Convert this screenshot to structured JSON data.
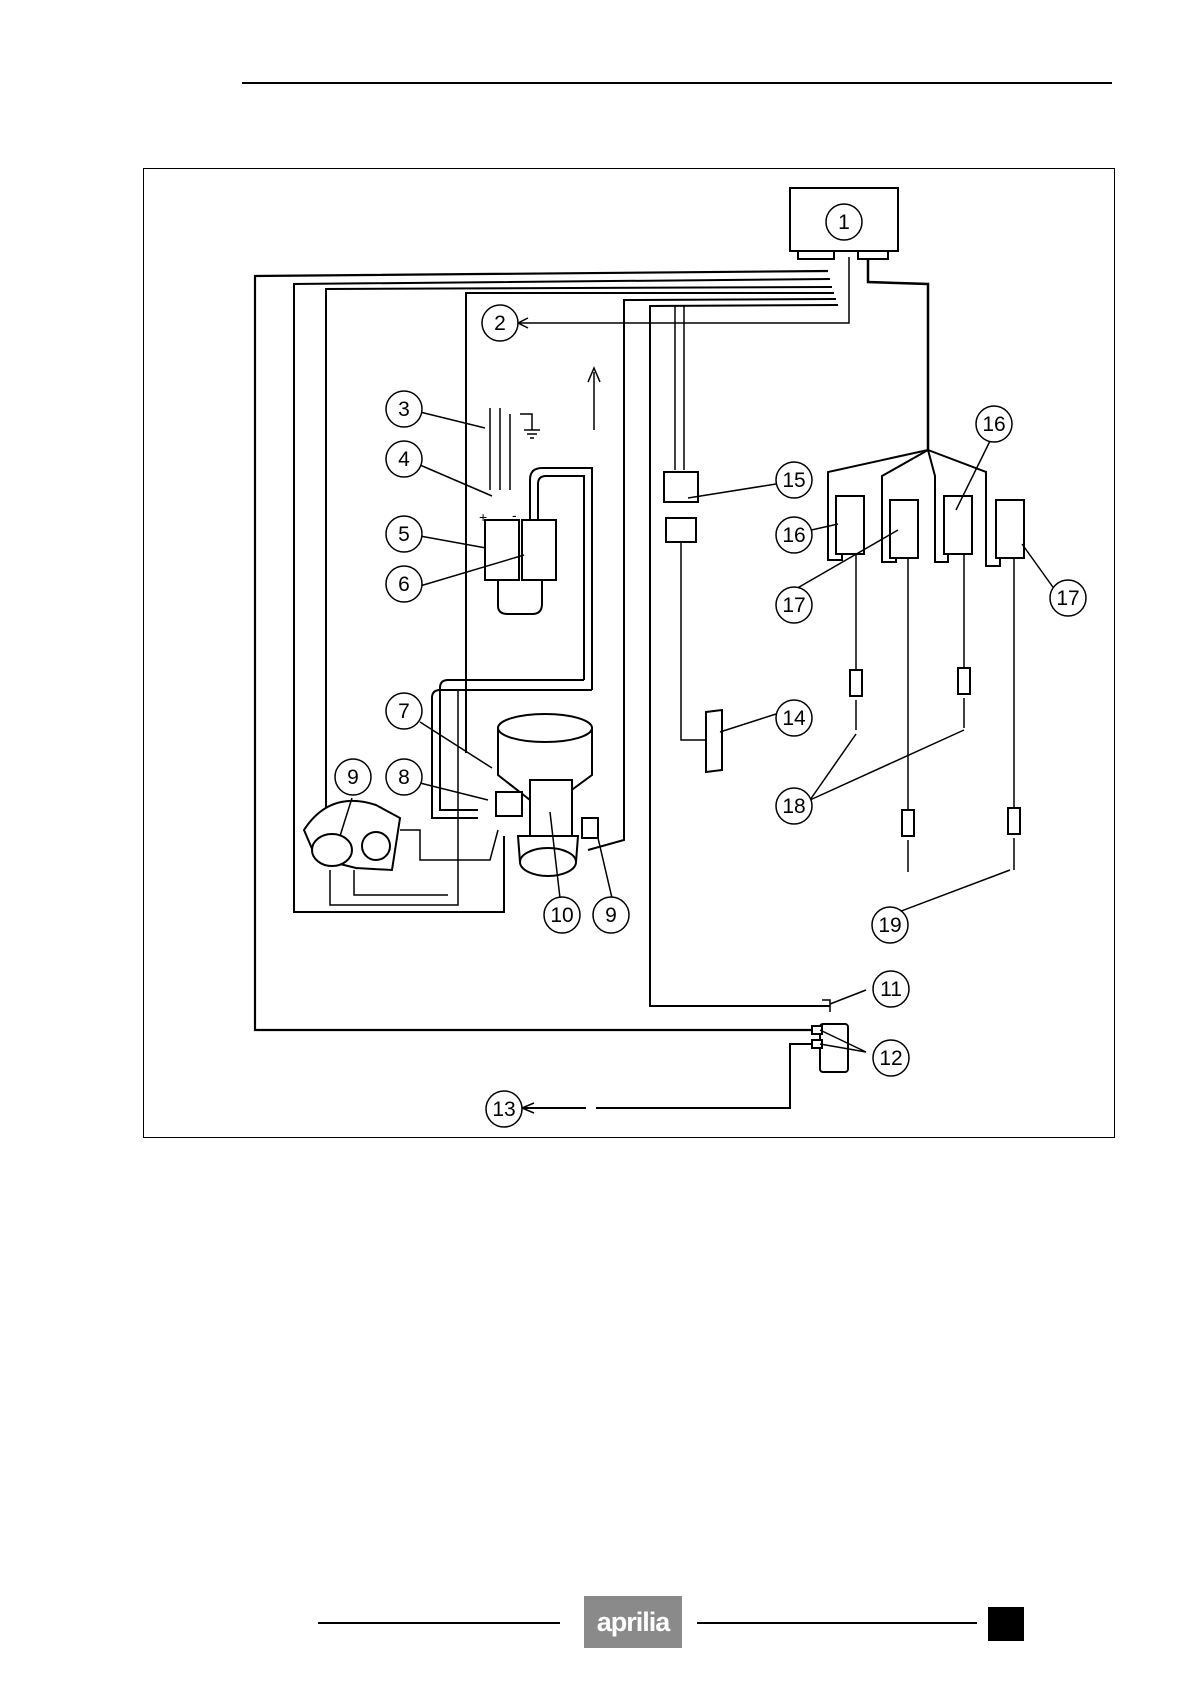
{
  "diagram": {
    "callouts": [
      {
        "id": "c1",
        "label": "1"
      },
      {
        "id": "c2",
        "label": "2"
      },
      {
        "id": "c3",
        "label": "3"
      },
      {
        "id": "c4",
        "label": "4"
      },
      {
        "id": "c5",
        "label": "5"
      },
      {
        "id": "c6",
        "label": "6"
      },
      {
        "id": "c7",
        "label": "7"
      },
      {
        "id": "c8",
        "label": "8"
      },
      {
        "id": "c9a",
        "label": "9"
      },
      {
        "id": "c9b",
        "label": "9"
      },
      {
        "id": "c10",
        "label": "10"
      },
      {
        "id": "c11",
        "label": "11"
      },
      {
        "id": "c12",
        "label": "12"
      },
      {
        "id": "c13",
        "label": "13"
      },
      {
        "id": "c14",
        "label": "14"
      },
      {
        "id": "c15",
        "label": "15"
      },
      {
        "id": "c16a",
        "label": "16"
      },
      {
        "id": "c16b",
        "label": "16"
      },
      {
        "id": "c17a",
        "label": "17"
      },
      {
        "id": "c17b",
        "label": "17"
      },
      {
        "id": "c18",
        "label": "18"
      },
      {
        "id": "c19",
        "label": "19"
      }
    ],
    "polarity": {
      "plus": "+",
      "minus": "-"
    }
  },
  "footer": {
    "logo_text": "aprilia"
  }
}
